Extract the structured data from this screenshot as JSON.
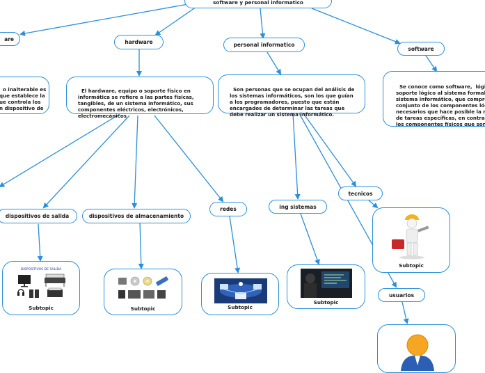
{
  "root": {
    "label": "software y personal informatico"
  },
  "nodes": {
    "left_top": {
      "label": "are"
    },
    "hardware": {
      "label": "hardware"
    },
    "personal": {
      "label": "personal informatico"
    },
    "software": {
      "label": "software"
    },
    "salida": {
      "label": "dispositivos de salida"
    },
    "almacenamiento": {
      "label": "dispositivos de almacenamiento"
    },
    "redes": {
      "label": "redes"
    },
    "ing": {
      "label": "ing sistemas"
    },
    "tecnicos": {
      "label": "tecnicos"
    },
    "usuarios": {
      "label": "usuarios"
    }
  },
  "descriptions": {
    "left": "o inalterable es\nque establece la\nue controla los\nn dispositivo de",
    "hardware": "El hardware, equipo o soporte físico en\ninformática se refiere a las partes físicas,\ntangibles, de un sistema informático, sus\ncomponentes eléctricos, electrónicos,\nelectromecánicos",
    "personal": "Son personas que se ocupan del análisis de\nlos sistemas informáticos, son los que guían\na los programadores, puesto que están\nencargados de determinar las tareas que\ndebe realizar un sistema informático.",
    "software": "Se conoce como software,  lógic\nsoporte lógico al sistema formal\nsistema informático, que compre\nconjunto de los componentes lóg\nnecesarios que hace posible la re\nde tareas específicas, en contrap\nlos componentes físicos que son\nhardware."
  },
  "images": {
    "salida": {
      "caption": "Subtopic",
      "inner_title": "DISPOSITIVOS DE SALIDA"
    },
    "almacenamiento": {
      "caption": "Subtopic"
    },
    "redes": {
      "caption": "Subtopic"
    },
    "ing": {
      "caption": "Subtopic"
    },
    "tecnicos": {
      "caption": "Subtopic"
    }
  },
  "colors": {
    "line": "#2a8fd8",
    "border": "#2a8fd8",
    "text": "#1c1c1c"
  }
}
